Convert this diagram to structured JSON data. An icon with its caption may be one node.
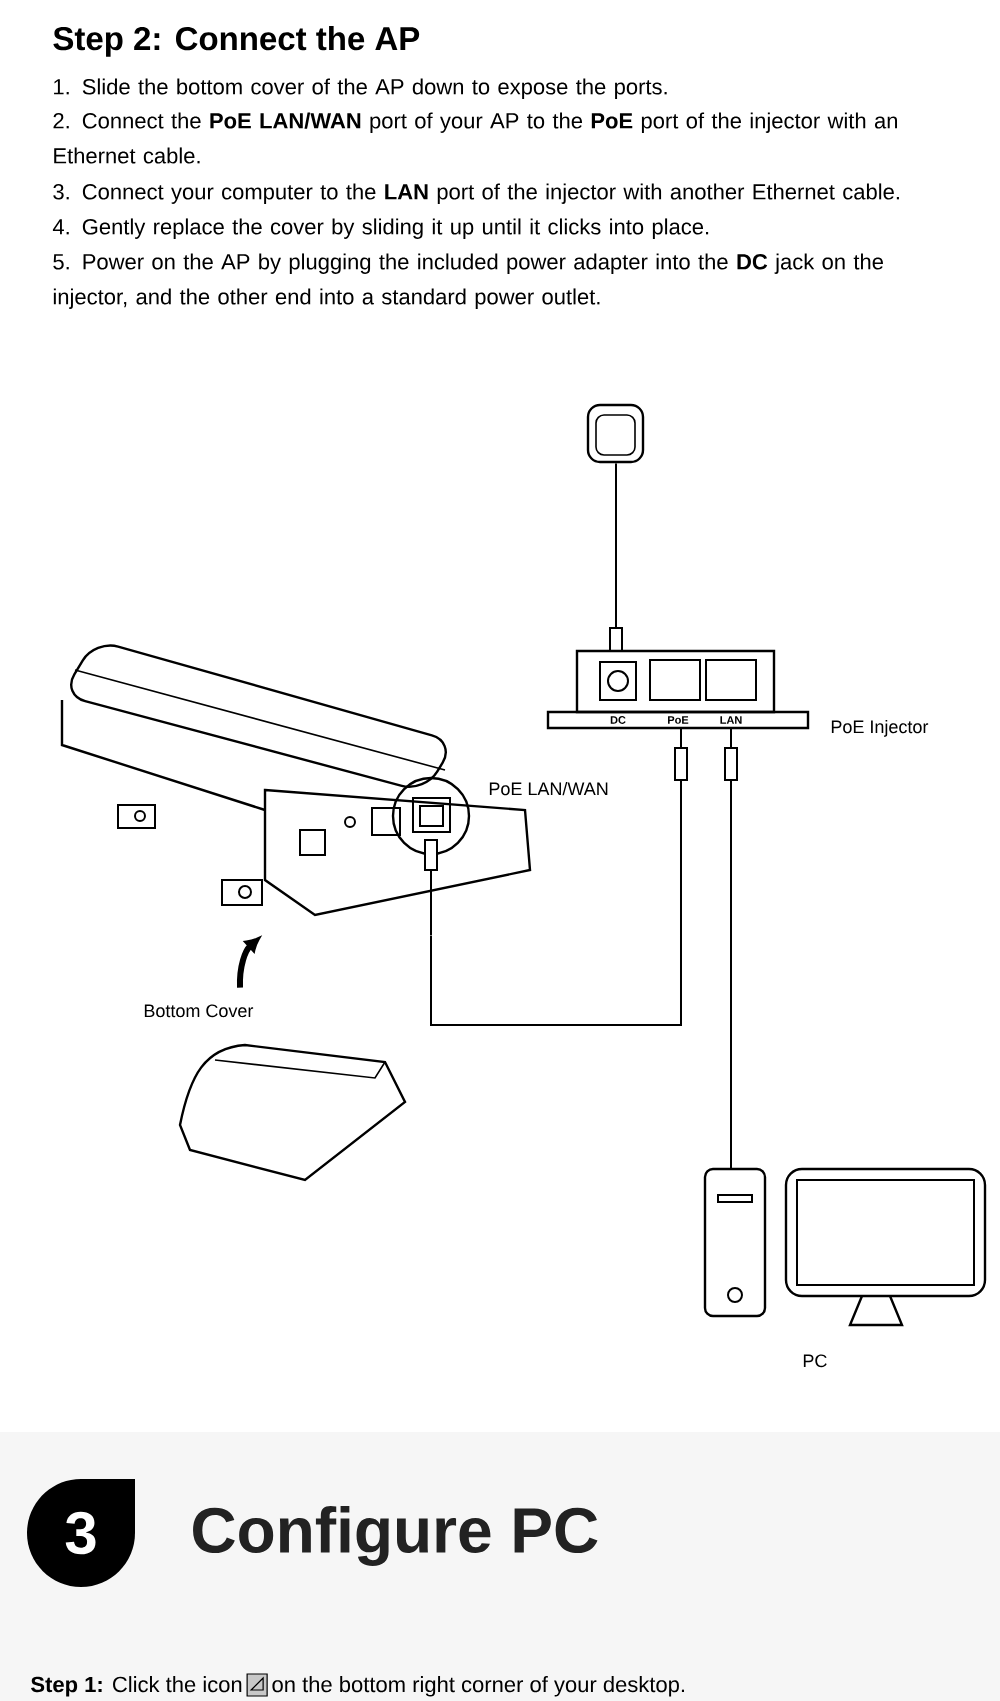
{
  "diagram": {
    "title": "Step 2: Connect the AP",
    "nodes": [
      {
        "text": [],
        "shape": "picture"
      },
      {
        "text": [
          "DC",
          "PoE",
          "LAN"
        ],
        "beside": [
          "PoE Injector"
        ]
      },
      {
        "text": [],
        "shape": "picture"
      },
      {
        "text": [],
        "shape": "picture",
        "beside": [
          "Bottom Cover"
        ]
      },
      {
        "text": [],
        "shape": "picture",
        "beside": [
          "PC"
        ]
      },
      {
        "text": [
          "3"
        ]
      }
    ],
    "edges": [
      {
        "from": 0,
        "to": 1,
        "arrow": "none"
      },
      {
        "from": 2,
        "to": 1,
        "arrow": "none"
      },
      {
        "from": 1,
        "to": 4,
        "arrow": "none"
      },
      {
        "from": 3,
        "to": 2,
        "arrow": "to",
        "style": "thick"
      }
    ],
    "labels": [
      "1. Slide the bottom cover of the AP down to expose the ports.",
      "2. Connect the **PoE LAN/WAN** port of your AP to the **PoE** port of the injector with an Ethernet cable.",
      "3. Connect your computer to the **LAN** port of the injector with another Ethernet cable.",
      "4. Gently replace the cover by sliding it up until it clicks into place.",
      "5. Power on the AP by plugging the included power adapter into the **DC** jack on the injector, and the other end into a standard power outlet.",
      "PoE LAN/WAN",
      "Configure PC",
      "**Step 1:** Click the icon",
      "on the bottom right corner of your desktop."
    ]
  }
}
